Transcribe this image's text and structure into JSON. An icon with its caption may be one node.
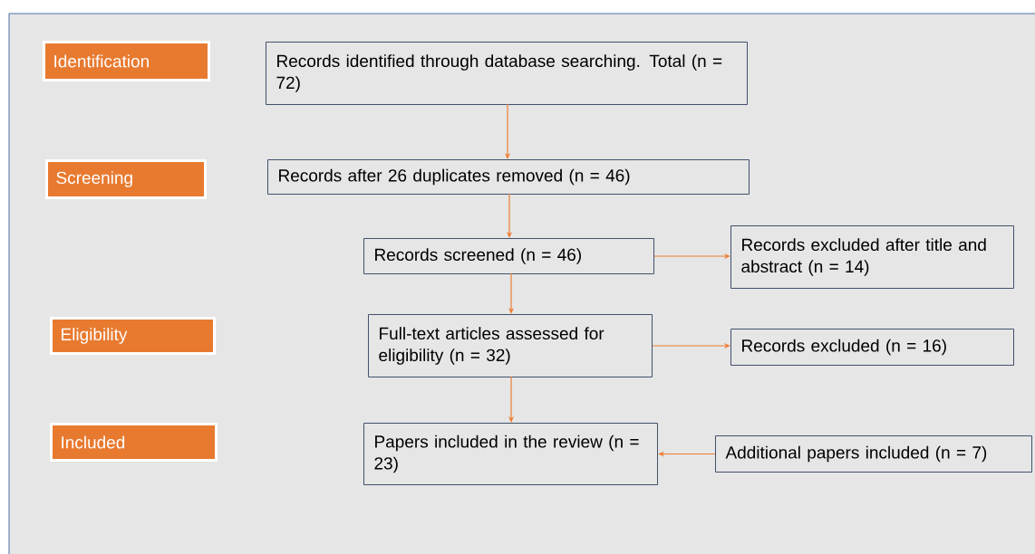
{
  "diagram": {
    "nodes": [
      {
        "text": [
          "Identification"
        ]
      },
      {
        "text": [
          "Records identified through database searching. Total (n = 72)"
        ]
      },
      {
        "text": [
          "Screening"
        ]
      },
      {
        "text": [
          "Records after 26 duplicates removed (n = 46)"
        ]
      },
      {
        "text": [
          "Records screened (n = 46)"
        ]
      },
      {
        "text": [
          "Records excluded after title and abstract (n = 14)"
        ]
      },
      {
        "text": [
          "Eligibility"
        ]
      },
      {
        "text": [
          "Full-text articles assessed for eligibility (n = 32)"
        ]
      },
      {
        "text": [
          "Records excluded (n = 16)"
        ]
      },
      {
        "text": [
          "Included"
        ]
      },
      {
        "text": [
          "Papers included in the review (n = 23)"
        ]
      },
      {
        "text": [
          "Additional papers included  (n = 7)"
        ]
      }
    ],
    "edges": [
      {
        "from": 1,
        "to": 3,
        "arrow": "to"
      },
      {
        "from": 3,
        "to": 4,
        "arrow": "to"
      },
      {
        "from": 4,
        "to": 5,
        "arrow": "to"
      },
      {
        "from": 4,
        "to": 7,
        "arrow": "to"
      },
      {
        "from": 7,
        "to": 8,
        "arrow": "to"
      },
      {
        "from": 7,
        "to": 10,
        "arrow": "to"
      },
      {
        "from": 11,
        "to": 10,
        "arrow": "to"
      }
    ]
  }
}
